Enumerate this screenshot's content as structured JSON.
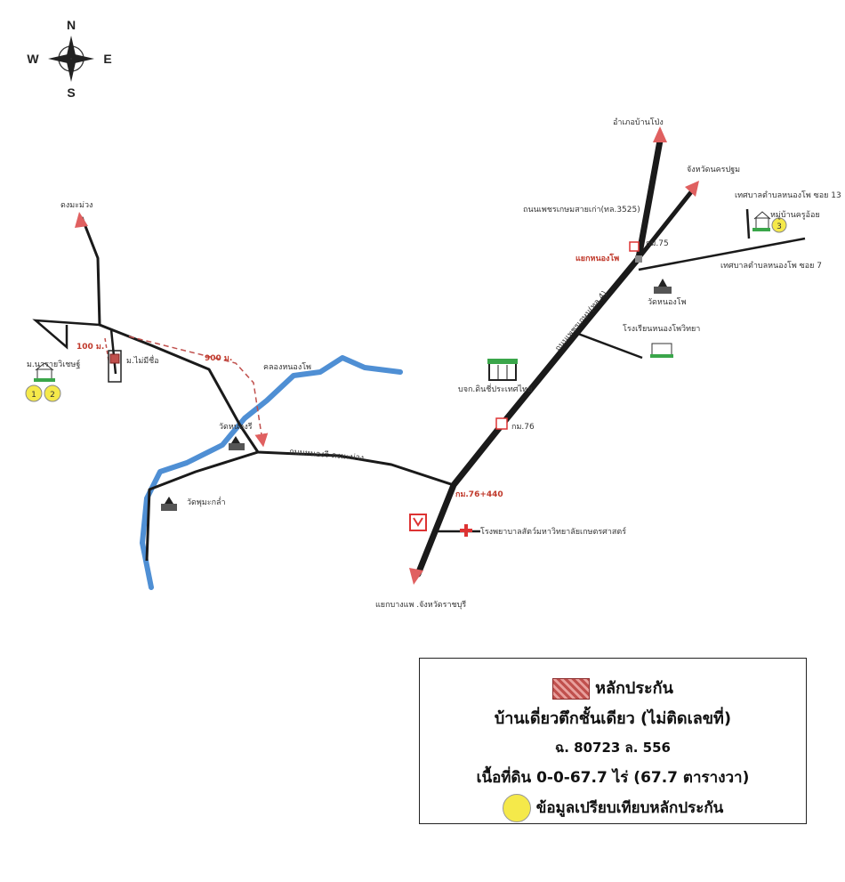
{
  "compass": {
    "north": "N",
    "south": "S",
    "east": "E",
    "west": "W"
  },
  "labels": {
    "amphoe_ban_pong": "อำเภอบ้านโป่ง",
    "nakhon_pathom": "จังหวัดนครปฐม",
    "thanon_phetkasem_old": "ถนนเพชรเกษมสายเก่า(ทล.3525)",
    "tessaban_soi13": "เทศบาลตำบลหนองโพ ซอย 13",
    "mu_ban_khruoi": "หมู่บ้านครูอ้อย",
    "km75": "กม.75",
    "yaek_nong_pho": "แยกหนองโพ",
    "tessaban_soi7": "เทศบาลตำบลหนองโพ ซอย 7",
    "wat_nong_pho": "วัดหนองโพ",
    "thanon_phetkasem": "ถนนเพชรเกษม(ทล.4)",
    "school": "โรงเรียนหนองโพวิทยา",
    "dong_ma_muang": "ดงมะม่วง",
    "m_narai_wisut": "ม.นารายวิเชษฐ์",
    "dist_100": "100 ม.",
    "m_mai_mi_chue": "ม.ไม่มีชื่อ",
    "dist_900": "900 ม.",
    "khlong_nong_pho": "คลองหนองโพ",
    "company": "บจก.ดินชี่ประเทศไทย",
    "km76": "กม.76",
    "wat_nong_ri": "วัดหนองรี",
    "thanon_nong_ri": "ถนนหนองรี-ดงมะม่วง",
    "km76_440": "กม.76+440",
    "wat_phu_makham": "วัดพุมะกล่ำ",
    "hospital": "โรงพยาบาลสัตว์มหาวิทยาลัยเกษตรศาสตร์",
    "yaek_bang_phae": "แยกบางแพ .จังหวัดราชบุรี"
  },
  "markers": [
    "1",
    "2",
    "3"
  ],
  "legend": {
    "collateral": "หลักประกัน",
    "house": "บ้านเดี่ยวตึกชั้นเดียว (ไม่ติดเลขที่)",
    "deed": "ฉ. 80723 ล. 556",
    "area": "เนื้อที่ดิน 0-0-67.7 ไร่ (67.7 ตารางวา)",
    "comparison": "ข้อมูลเปรียบเทียบหลักประกัน"
  },
  "colors": {
    "road": "#1a1a1a",
    "river": "#4f8fd4",
    "arrow": "#e06060",
    "route": "#c0504d",
    "marker": "#f5e94a",
    "green": "#3aa64a"
  }
}
